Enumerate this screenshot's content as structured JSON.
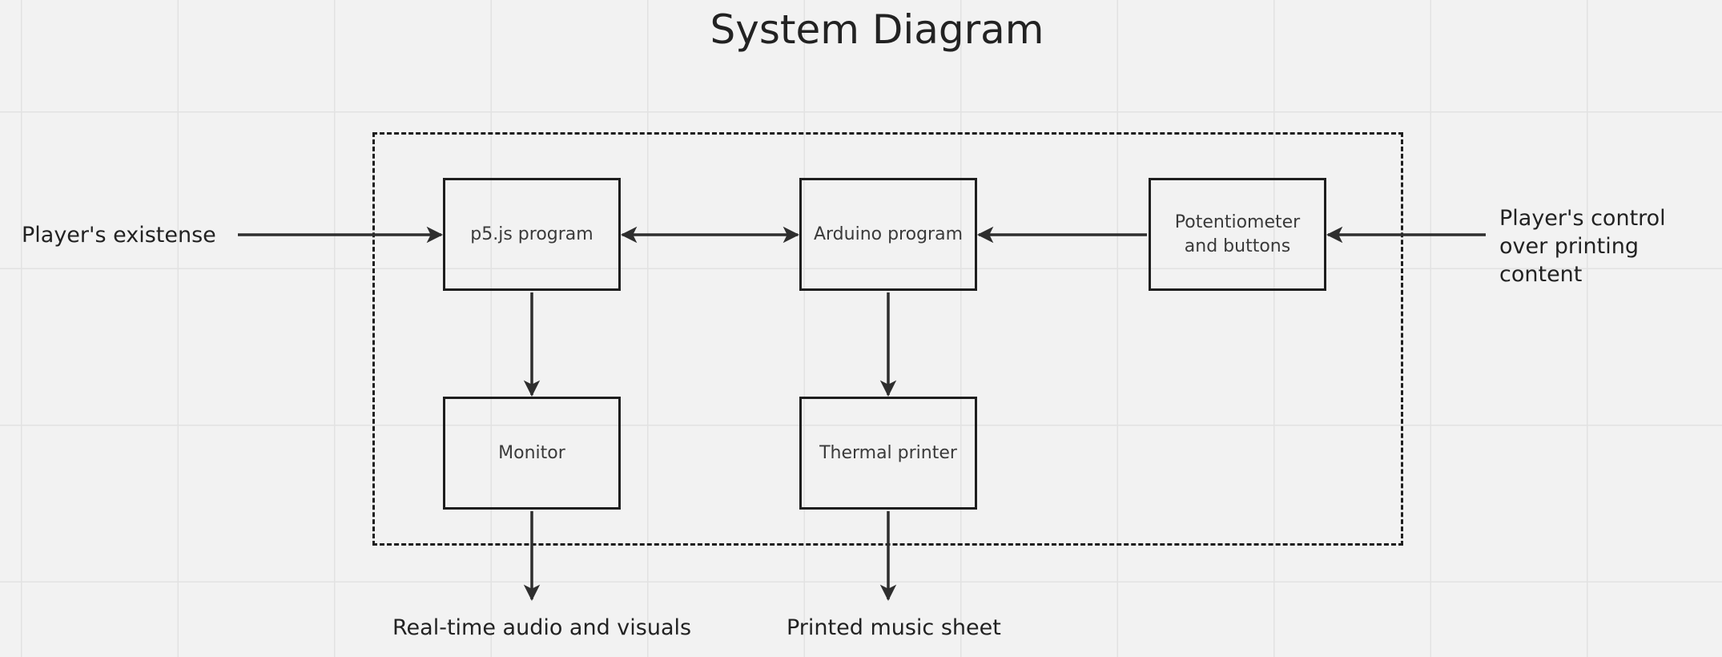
{
  "title": "System Diagram",
  "nodes": {
    "p5": "p5.js program",
    "arduino": "Arduino program",
    "controls": "Potentiometer and buttons",
    "monitor": "Monitor",
    "printer": "Thermal printer"
  },
  "external": {
    "player_existence": "Player's existense",
    "player_control": "Player's control over printing content",
    "audio_visuals": "Real-time audio and visuals",
    "music_sheet": "Printed music sheet"
  },
  "edges": [
    {
      "from": "Player's existense",
      "to": "p5.js program",
      "bidirectional": false
    },
    {
      "from": "p5.js program",
      "to": "Arduino program",
      "bidirectional": true
    },
    {
      "from": "Potentiometer and buttons",
      "to": "Arduino program",
      "bidirectional": false
    },
    {
      "from": "Player's control over printing content",
      "to": "Potentiometer and buttons",
      "bidirectional": false
    },
    {
      "from": "p5.js program",
      "to": "Monitor",
      "bidirectional": false
    },
    {
      "from": "Arduino program",
      "to": "Thermal printer",
      "bidirectional": false
    },
    {
      "from": "Monitor",
      "to": "Real-time audio and visuals",
      "bidirectional": false
    },
    {
      "from": "Thermal printer",
      "to": "Printed music sheet",
      "bidirectional": false
    }
  ]
}
